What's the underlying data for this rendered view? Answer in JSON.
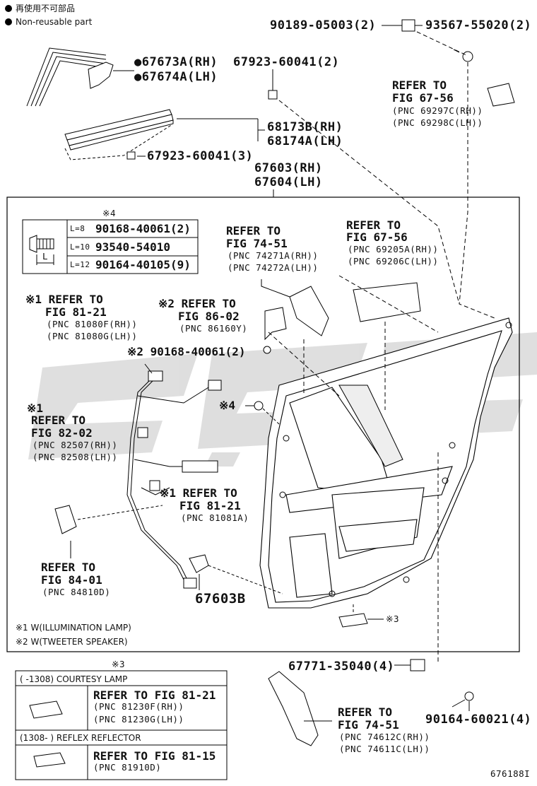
{
  "legend": {
    "jp_label": "再使用不可部品",
    "en_label": "Non-reusable part",
    "note1": "※1  W(ILLUMINATION LAMP)",
    "note2": "※2  W(TWEETER SPEAKER)"
  },
  "parts": {
    "p90189": "90189-05003(2)",
    "p93567": "93567-55020(2)",
    "p67673": "●67673A(RH)",
    "p67674": "●67674A(LH)",
    "p67923a": "67923-60041(2)",
    "p68173": "68173B(RH)",
    "p68174": "68174A(LH)",
    "p67923b": "67923-60041(3)",
    "p67603": "67603(RH)",
    "p67604": "67604(LH)",
    "p90168b": "※2 90168-40061(2)",
    "p4mark": "※4",
    "p67603b": "67603B",
    "p3mark": "※3",
    "p67771": "67771-35040(4)",
    "p90164": "90164-60021(4)",
    "fig_id": "676188I"
  },
  "refs": {
    "r6756a": {
      "l1": "REFER TO",
      "l2": "FIG 67-56",
      "l3": "(PNC 69297C(RH))",
      "l4": "(PNC 69298C(LH))"
    },
    "r7451a": {
      "l1": "REFER TO",
      "l2": "FIG 74-51",
      "l3": "(PNC 74271A(RH))",
      "l4": "(PNC 74272A(LH))"
    },
    "r6756b": {
      "l1": "REFER TO",
      "l2": "FIG 67-56",
      "l3": "(PNC 69205A(RH))",
      "l4": "(PNC 69206C(LH))"
    },
    "r8121a": {
      "l1": "※1 REFER TO",
      "l2": "FIG 81-21",
      "l3": "(PNC 81080F(RH))",
      "l4": "(PNC 81080G(LH))"
    },
    "r8602": {
      "l1": "※2 REFER TO",
      "l2": "FIG 86-02",
      "l3": "(PNC 86160Y)"
    },
    "r8202": {
      "l1": "※1",
      "l2": "REFER TO",
      "l3": "FIG 82-02",
      "l4": "(PNC 82507(RH))",
      "l5": "(PNC 82508(LH))"
    },
    "r8121b": {
      "l1": "※1 REFER TO",
      "l2": "FIG 81-21",
      "l3": "(PNC 81081A)"
    },
    "r8401": {
      "l1": "REFER TO",
      "l2": "FIG 84-01",
      "l3": "(PNC 84810D)"
    },
    "r7451b": {
      "l1": "REFER TO",
      "l2": "FIG 74-51",
      "l3": "(PNC 74612C(RH))",
      "l4": "(PNC 74611C(LH))"
    }
  },
  "screw_table": {
    "mark": "※4",
    "rows": [
      {
        "len": "L=8",
        "part": "90168-40061(2)"
      },
      {
        "len": "L=10",
        "part": "93540-54010"
      },
      {
        "len": "L=12",
        "part": "90164-40105(9)"
      }
    ],
    "dim": "L"
  },
  "note3_table": {
    "mark": "※3",
    "row1_head": "(     -1308)  COURTESY LAMP",
    "row1_ref": "REFER TO FIG 81-21",
    "row1_pnc1": "(PNC 81230F(RH))",
    "row1_pnc2": "(PNC 81230G(LH))",
    "row2_head": "(1308-      )  REFLEX REFLECTOR",
    "row2_ref": "REFER TO FIG 81-15",
    "row2_pnc": "(PNC 81910D)"
  },
  "watermark": {
    "text": "GCC",
    "color": "#d0d0d0"
  }
}
